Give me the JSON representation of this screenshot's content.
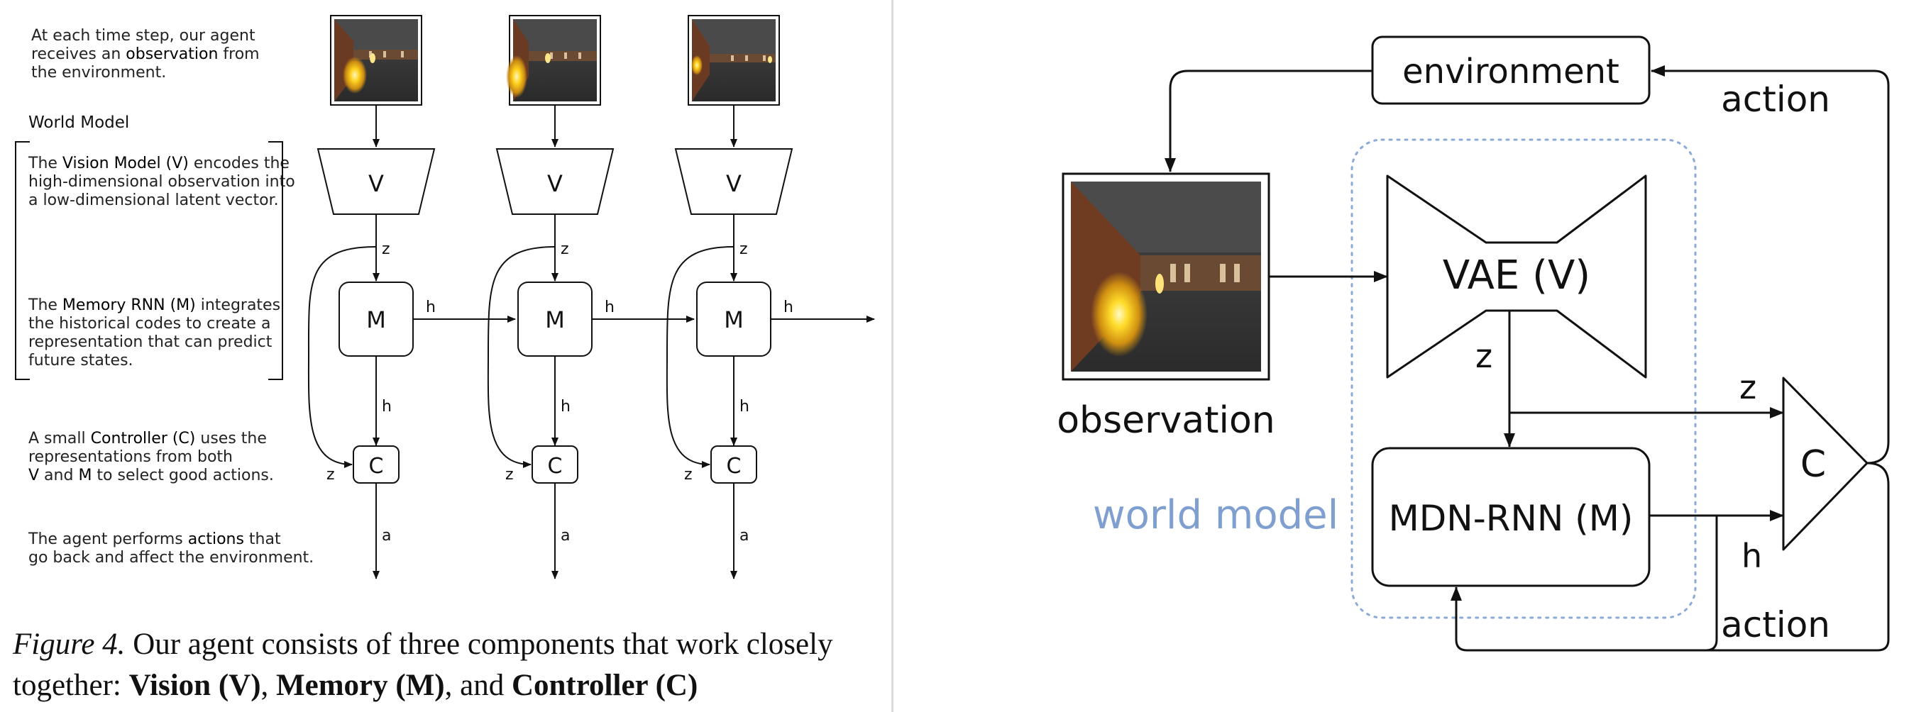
{
  "left_panel": {
    "texts": {
      "observation": [
        "At each time step, our agent",
        "receives an ",
        "observation",
        " from",
        "the environment."
      ],
      "world_model_heading": "World Model",
      "vision": [
        "The ",
        "Vision Model (V)",
        " encodes the",
        "high-dimensional observation into",
        "a low-dimensional latent vector."
      ],
      "memory": [
        "The ",
        "Memory RNN (M)",
        " integrates",
        "the historical codes to create a",
        "representation that can predict",
        "future states."
      ],
      "controller": [
        "A small ",
        "Controller (C)",
        " uses the",
        "representations from both",
        "V",
        " and ",
        "M",
        " to select good actions."
      ],
      "actions": [
        "The agent performs ",
        "actions",
        " that",
        "go back and affect the environment."
      ]
    },
    "node_labels": {
      "vision": "V",
      "memory": "M",
      "controller": "C"
    },
    "edge_labels": {
      "z": "z",
      "h": "h",
      "a": "a"
    },
    "caption": {
      "figure": "Figure 4.",
      "text1": " Our agent consists of three components that work closely together: ",
      "v": "Vision (V)",
      "sep1": ", ",
      "m": "Memory (M)",
      "sep2": ", and ",
      "c": "Controller (C)"
    }
  },
  "right_panel": {
    "environment": "environment",
    "action_top": "action",
    "action_bottom": "action",
    "observation": "observation",
    "world_model": "world model",
    "vae": "VAE (V)",
    "mdn": "MDN-RNN (M)",
    "controller": "C",
    "z": "z",
    "h": "h"
  },
  "colors": {
    "world_model": "#7f9fd0",
    "dotted_border": "#8aaad8",
    "line": "#111111"
  }
}
